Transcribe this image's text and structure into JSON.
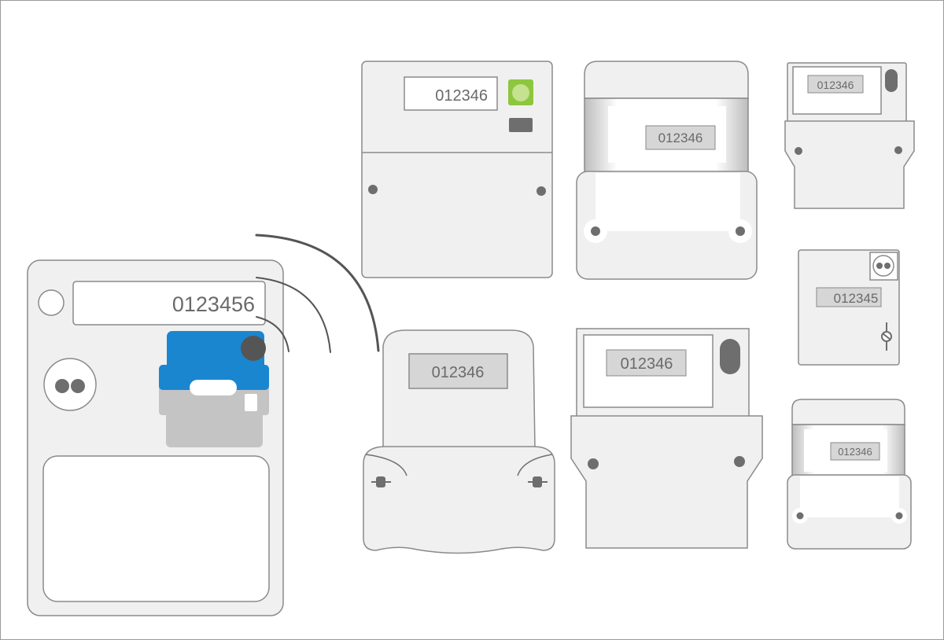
{
  "smart_meter": {
    "reading": "0123456",
    "colors": {
      "comms_hub": "#1a86d0",
      "comms_hub_base": "#c4c4c4"
    }
  },
  "meters": {
    "meter_a": {
      "reading": "012346",
      "indicator_color": "#8dc63f"
    },
    "meter_b": {
      "reading": "012346"
    },
    "meter_c": {
      "reading": "012346"
    },
    "meter_d": {
      "reading": "012345"
    },
    "meter_e": {
      "reading": "012346"
    },
    "meter_f": {
      "reading": "012346"
    },
    "meter_g": {
      "reading": "012346"
    }
  },
  "colors": {
    "body_fill": "#f0f0f0",
    "outline": "#7a7a7a",
    "screw": "#6e6e6e",
    "signal": "#555555"
  }
}
